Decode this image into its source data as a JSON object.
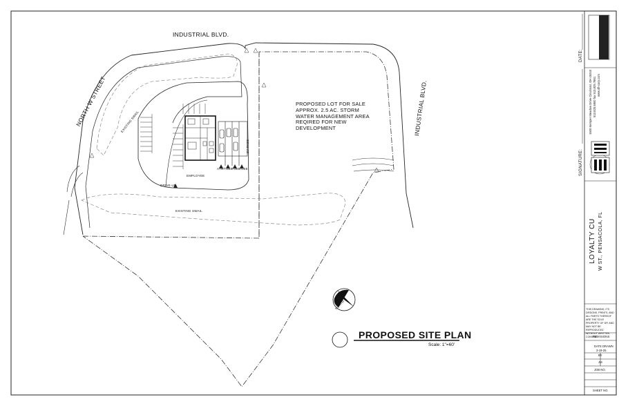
{
  "streets": {
    "industrial_top": "INDUSTRIAL BLVD.",
    "industrial_right": "INDUSTRIAL BLVD.",
    "north_w": "NORTH W STREET"
  },
  "labels": {
    "existing_swail_1": "EXISTING SWAIL",
    "existing_swail_2": "EXISTING SWAIL",
    "drive_up": "DRIVE-UP",
    "employee": "EMPLOYEE",
    "lanes": [
      "ATM",
      "TUBE",
      "TUBE",
      "TUBE"
    ],
    "bypass": "BY-PASS"
  },
  "lot_note": "PROPOSED LOT FOR SALE APPROX. 2.5 AC. STORM WATER MANAGEMENT AREA REQIRED FOR NEW DEVELOPMENT",
  "north_label": "NORTH",
  "title": {
    "main": "PROPOSED SITE PLAN",
    "scale": "Scale: 1\"=60'"
  },
  "title_block": {
    "date_label": "DATE:",
    "signature_label": "SIGNATURE:",
    "firm_address": "1500 Kemper Meadow Drive   Cincinnati, OH 45240",
    "firm_phone": "513.825.5800   fax 513.825.7861",
    "firm_web": "www.dfi-corp.com",
    "project_name": "LOYALTY CU",
    "project_location": "W ST., PENSACOLA, FL",
    "disclaimer": "THIS DRAWING, ITS DESIGNS, PRINTS, AND ALL PARTS THEREOF ARE THE SOLE PROPERTY OF DFI AND MAY NOT BE REPRODUCED WITHOUT WRITTEN CONSENT",
    "revisions": "REVISIONS",
    "date_drawn_label": "DATE DRAWN",
    "date_drawn": "3-19-25",
    "by_label": "BY",
    "by_value": "JM",
    "job_no": "JOB NO.",
    "sheet_no": "SHEET NO."
  }
}
